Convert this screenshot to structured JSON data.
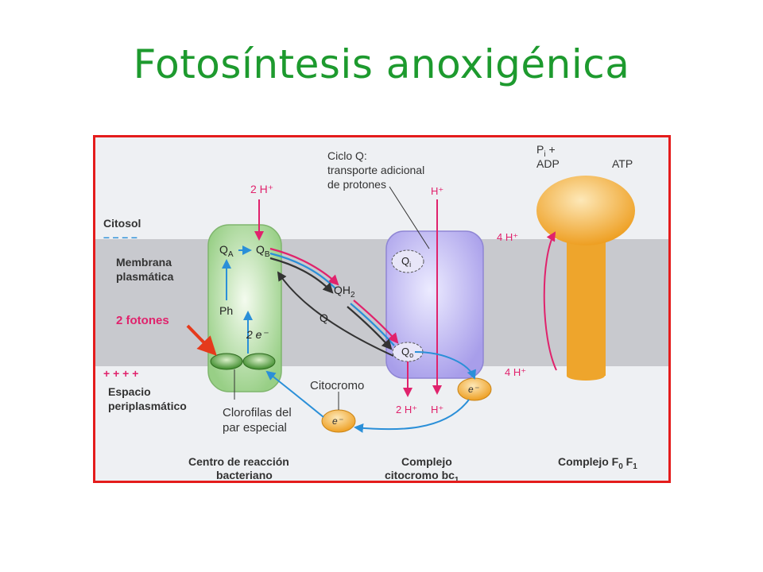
{
  "title": "Fotosíntesis anoxigénica",
  "diagram": {
    "regions": {
      "cytosol": "Citosol",
      "cytosol_charge": "– – – –",
      "membrane_line1": "Membrana",
      "membrane_line2": "plasmática",
      "periplasm_charge": "+ + + +",
      "periplasm_line1": "Espacio",
      "periplasm_line2": "periplasmático"
    },
    "photons": "2 fotones",
    "reaction_center": {
      "qa": "Q",
      "qa_sub": "A",
      "qb": "Q",
      "qb_sub": "B",
      "ph": "Ph",
      "electrons": "2 e⁻",
      "proton_in": "2 H⁺",
      "chlorophyll_line1": "Clorofilas del",
      "chlorophyll_line2": "par especial",
      "name_line1": "Centro de reacción",
      "name_line2": "bacteriano"
    },
    "quinone_pool": {
      "qh2": "QH",
      "qh2_sub": "2",
      "q": "Q"
    },
    "q_cycle": {
      "line1": "Ciclo Q:",
      "line2": "transporte adicional",
      "line3": "de protones"
    },
    "bc1": {
      "qi": "Q",
      "qi_sub": "i",
      "qo": "Q",
      "qo_sub": "o",
      "proton_in": "H⁺",
      "proton_out_1": "2 H⁺",
      "proton_out_2": "H⁺",
      "name_line1": "Complejo",
      "name_line2": "citocromo bc",
      "name_sub": "1"
    },
    "cytochrome": {
      "label": "Citocromo",
      "electron": "e⁻",
      "electron_2": "e⁻"
    },
    "atp_synthase": {
      "pi_adp_line1": "P",
      "pi_sub": "i",
      "pi_plus": " +",
      "pi_adp_line2": "ADP",
      "atp": "ATP",
      "proton_top": "4 H⁺",
      "proton_bottom": "4 H⁺",
      "name": "Complejo F",
      "name_sub0": "0",
      "name_sub1": "1",
      "name_mid": " F"
    },
    "colors": {
      "membrane": "#c8c9ce",
      "reaction_center": "#a8d89a",
      "bc1": "#b9b2ec",
      "atp_synthase": "#f2b441",
      "proton_arrow": "#e0226c",
      "electron_arrow": "#2a8fd8",
      "quinone_arrow": "#444444"
    }
  }
}
